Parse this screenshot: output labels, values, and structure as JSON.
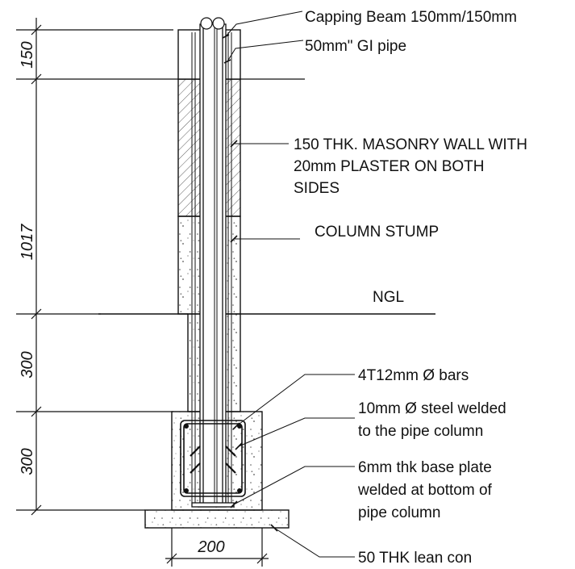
{
  "labels": {
    "capping_beam": "Capping Beam 150mm/150mm",
    "gi_pipe": "50mm\" GI pipe",
    "masonry_line1": "150 THK. MASONRY WALL WITH",
    "masonry_line2": "20mm PLASTER ON BOTH",
    "masonry_line3": "SIDES",
    "column_stump": "COLUMN STUMP",
    "ngl": "NGL",
    "bars": "4T12mm Ø bars",
    "steel_line1": "10mm Ø steel welded",
    "steel_line2": "to the pipe column",
    "plate_line1": "6mm thk base plate",
    "plate_line2": "welded at bottom of",
    "plate_line3": "pipe column",
    "lean_con": "50 THK lean con"
  },
  "dimensions": {
    "capping": "150",
    "wall_stump": "1017",
    "below_ngl": "300",
    "footing": "300",
    "width": "200"
  }
}
